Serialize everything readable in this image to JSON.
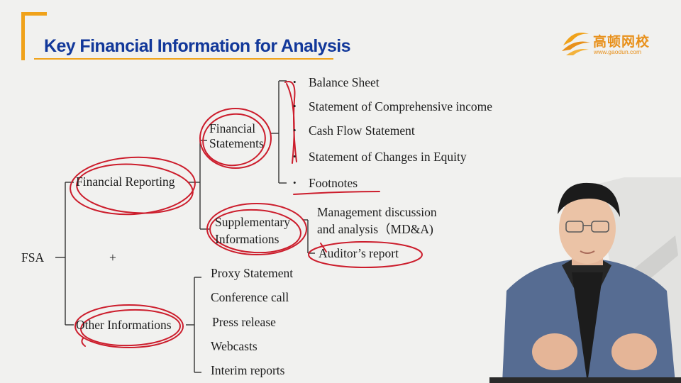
{
  "header": {
    "title": "Key Financial Information for Analysis",
    "brand_cn": "高顿网校",
    "brand_url": "www.gaodun.com"
  },
  "diagram": {
    "root": "FSA",
    "plus": "+",
    "financial_reporting": "Financial Reporting",
    "financial_statements_line1": "Financial",
    "financial_statements_line2": "Statements",
    "statements": [
      "Balance Sheet",
      "Statement of Comprehensive income",
      "Cash Flow Statement",
      "Statement of Changes in Equity",
      "Footnotes"
    ],
    "supplementary_line1": "Supplementary",
    "supplementary_line2": "Informations",
    "supplementary_items": {
      "mdna_line1": "Management discussion",
      "mdna_line2": "and analysis（MD&A)",
      "auditor": "Auditor’s report"
    },
    "other_informations": "Other Informations",
    "other_items": [
      "Proxy Statement",
      "Conference call",
      "Press release",
      "Webcasts",
      "Interim reports"
    ]
  },
  "colors": {
    "title": "#12389a",
    "accent": "#f0a21a",
    "annotation": "#cc1d2c"
  }
}
